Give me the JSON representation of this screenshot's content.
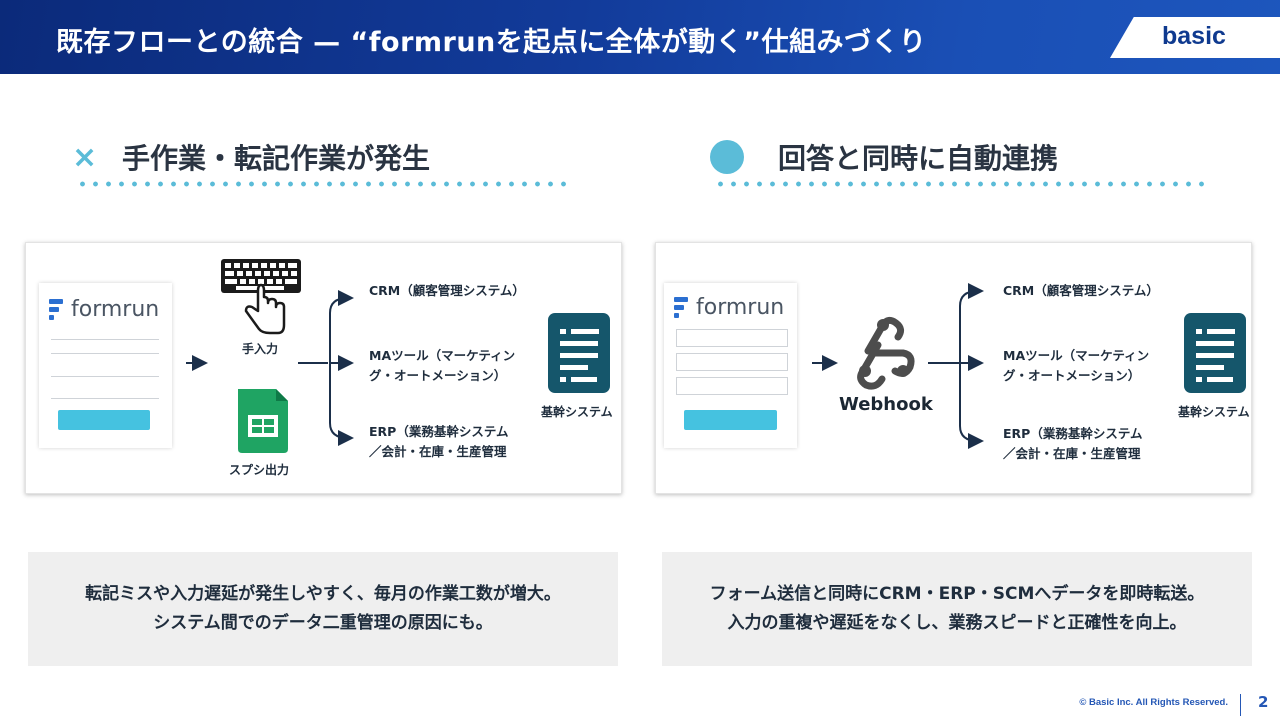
{
  "slide": {
    "title": "既存フローとの統合 — “formrunを起点に全体が動く”仕組みづくり",
    "logo": "basic",
    "page_number": "2",
    "copyright": "© Basic Inc. All Rights Reserved."
  },
  "left": {
    "mark": "×",
    "heading": "手作業・転記作業が発生",
    "form_logo": "formrun",
    "manual_label": "手入力",
    "sheet_label": "スプシ出力",
    "destinations": [
      {
        "line1": "CRM（顧客管理システム）",
        "line2": ""
      },
      {
        "line1": "MAツール（マーケティン",
        "line2": "グ・オートメーション）"
      },
      {
        "line1": "ERP（業務基幹システム",
        "line2": "／会計・在庫・生産管理"
      }
    ],
    "system_label": "基幹システム",
    "description": [
      "転記ミスや入力遅延が発生しやすく、毎月の作業工数が増大。",
      "システム間でのデータ二重管理の原因にも。"
    ]
  },
  "right": {
    "heading": "回答と同時に自動連携",
    "form_logo": "formrun",
    "webhook_label": "Webhook",
    "destinations": [
      {
        "line1": "CRM（顧客管理システム）",
        "line2": ""
      },
      {
        "line1": "MAツール（マーケティン",
        "line2": "グ・オートメーション）"
      },
      {
        "line1": "ERP（業務基幹システム",
        "line2": "／会計・在庫・生産管理"
      }
    ],
    "system_label": "基幹システム",
    "description": [
      "フォーム送信と同時にCRM・ERP・SCMへデータを即時転送。",
      "入力の重複や遅延をなくし、業務スピードと正確性を向上。"
    ]
  },
  "colors": {
    "header_blue": "#123b9a",
    "accent_cyan": "#5bbcd8",
    "form_button": "#45c2e0",
    "server_teal": "#15566b",
    "sheets_green": "#1fa463",
    "arrow_navy": "#1b2f4a"
  },
  "icons": {
    "left_mark": "cross-icon",
    "right_mark": "circle-icon",
    "keyboard": "keyboard-icon",
    "hand": "pointer-hand-icon",
    "sheets": "spreadsheet-icon",
    "server": "server-icon",
    "webhook": "webhook-icon"
  }
}
